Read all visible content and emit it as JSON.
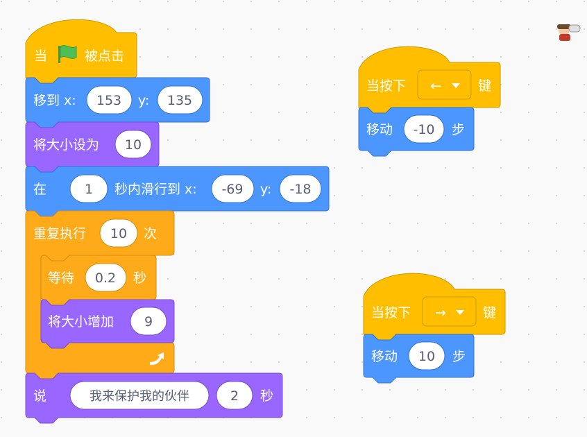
{
  "main_script": {
    "hat": {
      "prefix": "当",
      "suffix": "被点击",
      "icon": "green-flag-icon"
    },
    "goto": {
      "label": "移到 x:",
      "x": "153",
      "y_label": "y:",
      "y": "135"
    },
    "set_size": {
      "label": "将大小设为",
      "value": "10"
    },
    "glide": {
      "prefix": "在",
      "secs": "1",
      "mid": "秒内滑行到 x:",
      "x": "-69",
      "y_label": "y:",
      "y": "-18"
    },
    "repeat": {
      "label": "重复执行",
      "times": "10",
      "suffix": "次",
      "loop_icon": "loop-arrow-icon"
    },
    "wait": {
      "label": "等待",
      "secs": "0.2",
      "suffix": "秒"
    },
    "change_size": {
      "label": "将大小增加",
      "value": "9"
    },
    "say": {
      "label": "说",
      "message": "我来保护我的伙伴",
      "secs": "2",
      "suffix": "秒"
    }
  },
  "left_key_script": {
    "hat": {
      "prefix": "当按下",
      "key": "←",
      "suffix": "键"
    },
    "move": {
      "label": "移动",
      "steps": "-10",
      "suffix": "步"
    }
  },
  "right_key_script": {
    "hat": {
      "prefix": "当按下",
      "key": "→",
      "suffix": "键"
    },
    "move": {
      "label": "移动",
      "steps": "10",
      "suffix": "步"
    }
  },
  "sprite_icon": "sprite-character-icon",
  "colors": {
    "events": "#ffbf00",
    "events_border": "#cc9900",
    "motion": "#4c97ff",
    "motion_border": "#3373cc",
    "looks": "#9966ff",
    "looks_border": "#774dcb",
    "control": "#ffab19",
    "control_border": "#cf8b17",
    "flag": "#4cbf56"
  }
}
